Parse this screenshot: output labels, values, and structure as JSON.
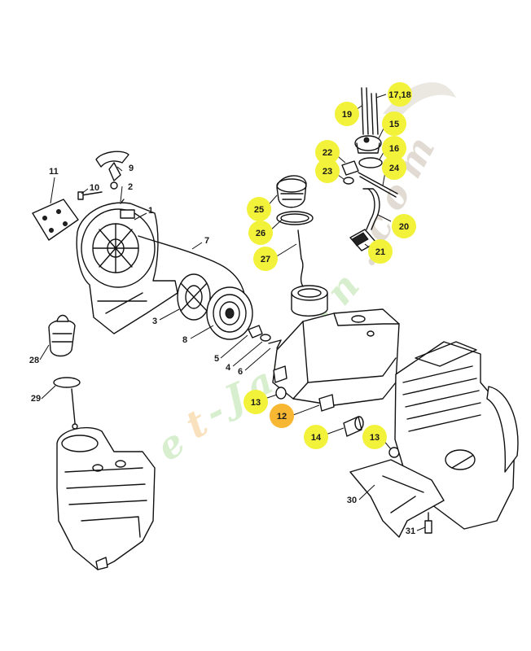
{
  "colors": {
    "highlight": "#f2f23a",
    "highlight_selected": "#f7b733",
    "watermark_green": "#b9e3a8",
    "watermark_orange": "#f6c98a",
    "watermark_grey": "#c9bfb0"
  },
  "watermark": {
    "text": "Foret-Jardin.com"
  },
  "callouts": [
    {
      "id": "c1",
      "label": "1"
    },
    {
      "id": "c2",
      "label": "2"
    },
    {
      "id": "c3",
      "label": "3"
    },
    {
      "id": "c4",
      "label": "4"
    },
    {
      "id": "c5",
      "label": "5"
    },
    {
      "id": "c6",
      "label": "6"
    },
    {
      "id": "c7",
      "label": "7"
    },
    {
      "id": "c8",
      "label": "8"
    },
    {
      "id": "c9",
      "label": "9"
    },
    {
      "id": "c10",
      "label": "10"
    },
    {
      "id": "c11",
      "label": "11"
    },
    {
      "id": "c12",
      "label": "12",
      "highlight": "selected"
    },
    {
      "id": "c13a",
      "label": "13",
      "highlight": "yes"
    },
    {
      "id": "c13b",
      "label": "13",
      "highlight": "yes"
    },
    {
      "id": "c14",
      "label": "14",
      "highlight": "yes"
    },
    {
      "id": "c15",
      "label": "15",
      "highlight": "yes"
    },
    {
      "id": "c16",
      "label": "16",
      "highlight": "yes"
    },
    {
      "id": "c17",
      "label": "17,18",
      "highlight": "yes"
    },
    {
      "id": "c19",
      "label": "19",
      "highlight": "yes"
    },
    {
      "id": "c20",
      "label": "20",
      "highlight": "yes"
    },
    {
      "id": "c21",
      "label": "21",
      "highlight": "yes"
    },
    {
      "id": "c22",
      "label": "22",
      "highlight": "yes"
    },
    {
      "id": "c23",
      "label": "23",
      "highlight": "yes"
    },
    {
      "id": "c24",
      "label": "24",
      "highlight": "yes"
    },
    {
      "id": "c25",
      "label": "25",
      "highlight": "yes"
    },
    {
      "id": "c26",
      "label": "26",
      "highlight": "yes"
    },
    {
      "id": "c27",
      "label": "27",
      "highlight": "yes"
    },
    {
      "id": "c28",
      "label": "28"
    },
    {
      "id": "c29",
      "label": "29"
    },
    {
      "id": "c30",
      "label": "30"
    },
    {
      "id": "c31",
      "label": "31"
    }
  ]
}
